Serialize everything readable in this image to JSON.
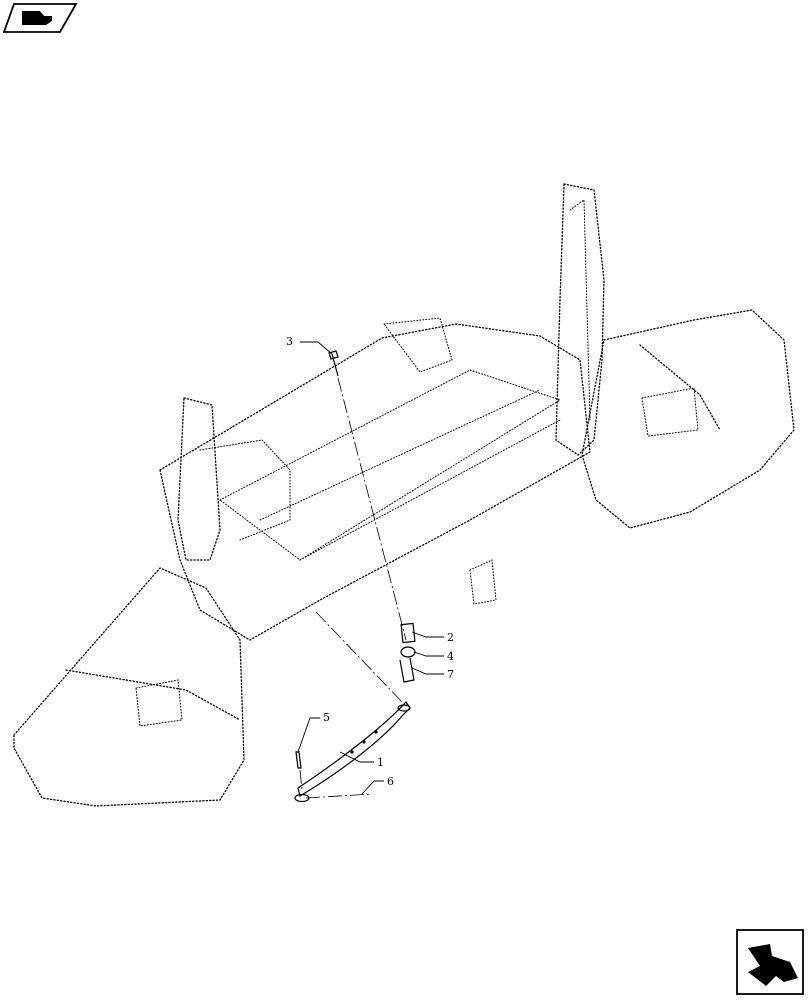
{
  "icons": {
    "top_left": "book-navigation-icon",
    "bottom_right": "next-page-arrow-icon"
  },
  "callouts": [
    "3",
    "2",
    "4",
    "7",
    "5",
    "1",
    "6"
  ]
}
